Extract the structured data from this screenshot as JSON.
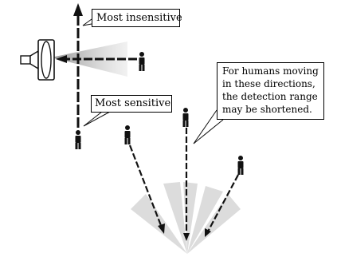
{
  "callouts": {
    "most_insensitive": "Most insensitive",
    "most_sensitive": "Most sensitive",
    "directions_note": [
      "For humans moving",
      "in these directions,",
      "the detection range",
      "may be shortened."
    ]
  },
  "colors": {
    "line": "#111111",
    "detection_zone": "#dcdcdc",
    "beam": "#c4c4c4"
  }
}
